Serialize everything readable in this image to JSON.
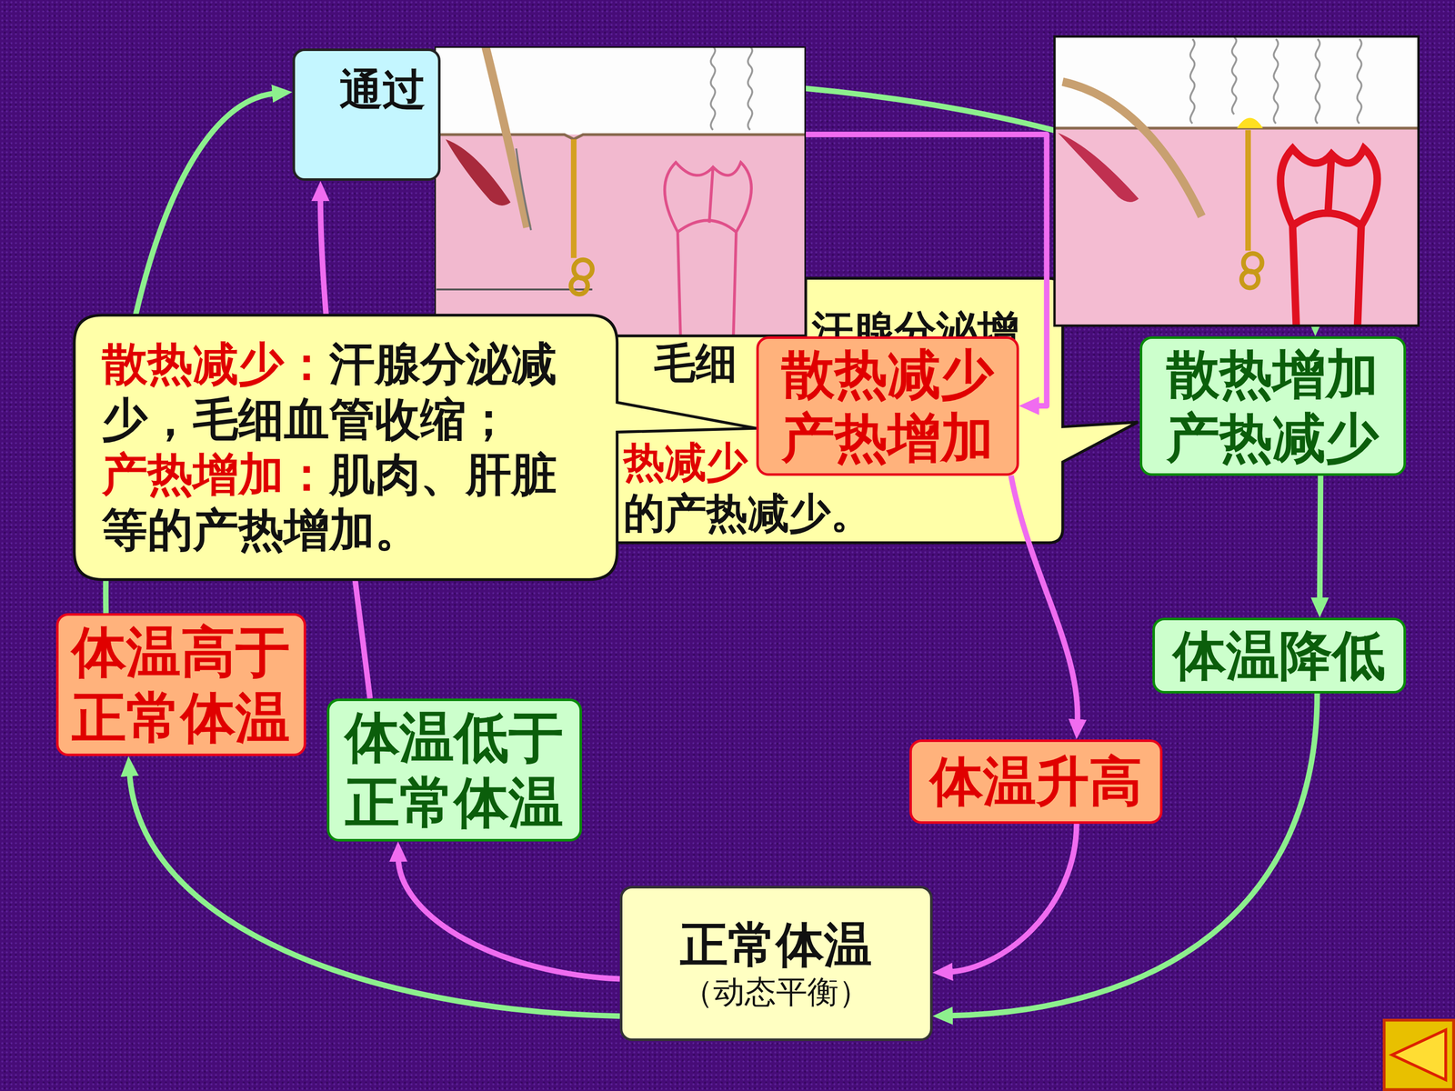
{
  "diagram": {
    "nodes": [
      {
        "text": [
          "通过"
        ]
      },
      {
        "text": [
          "汗腺分泌增",
          "毛细",
          "热减少",
          "的产热减少。"
        ]
      },
      {
        "text": [
          "散热减少：",
          "汗腺分泌减少，毛细血管收缩；",
          "产热增加：",
          "肌肉、肝脏等的产热增加。"
        ]
      },
      {
        "text": [
          "散热减少",
          "产热增加"
        ]
      },
      {
        "text": [
          "散热增加",
          "产热减少"
        ]
      },
      {
        "text": [
          "体温降低"
        ]
      },
      {
        "text": [
          "体温高于 正常体温"
        ]
      },
      {
        "text": [
          "体温低于 正常体温"
        ]
      },
      {
        "text": [
          "体温升高"
        ]
      },
      {
        "text": [
          "正常体温",
          "（动态平衡）"
        ]
      }
    ],
    "edges": [
      {
        "from": 9,
        "to": 6,
        "arrow": "to"
      },
      {
        "from": 6,
        "to": 0,
        "arrow": "to"
      },
      {
        "from": 0,
        "to": 4,
        "arrow": "to"
      },
      {
        "from": 4,
        "to": 5,
        "arrow": "to"
      },
      {
        "from": 5,
        "to": 9,
        "arrow": "to"
      },
      {
        "from": 9,
        "to": 7,
        "arrow": "to"
      },
      {
        "from": 7,
        "to": 0,
        "arrow": "to"
      },
      {
        "from": 0,
        "to": 3,
        "arrow": "to"
      },
      {
        "from": 3,
        "to": 8,
        "arrow": "to"
      },
      {
        "from": 8,
        "to": 9,
        "arrow": "to"
      }
    ]
  }
}
